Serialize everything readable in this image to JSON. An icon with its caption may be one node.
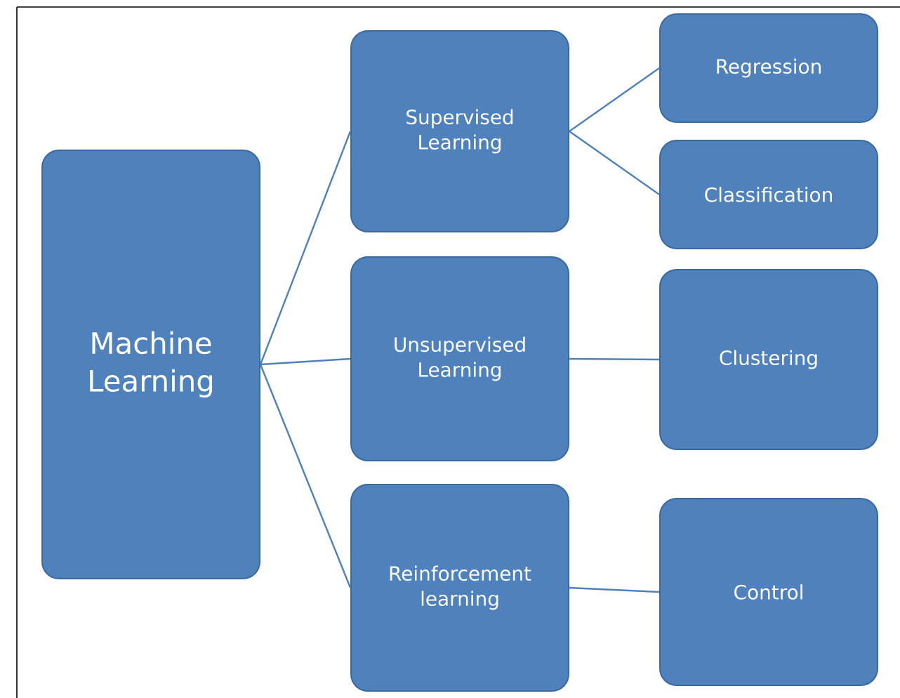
{
  "diagram": {
    "nodes": [
      {
        "text": [
          "Machine Learning"
        ]
      },
      {
        "text": [
          "Supervised Learning"
        ]
      },
      {
        "text": [
          "Unsupervised Learning"
        ]
      },
      {
        "text": [
          "Reinforcement learning"
        ]
      },
      {
        "text": [
          "Regression"
        ]
      },
      {
        "text": [
          "Classification"
        ]
      },
      {
        "text": [
          "Clustering"
        ]
      },
      {
        "text": [
          "Control"
        ]
      }
    ],
    "edges": [
      {
        "from": 0,
        "to": 1,
        "arrow": "none"
      },
      {
        "from": 0,
        "to": 2,
        "arrow": "none"
      },
      {
        "from": 0,
        "to": 3,
        "arrow": "none"
      },
      {
        "from": 1,
        "to": 4,
        "arrow": "none"
      },
      {
        "from": 1,
        "to": 5,
        "arrow": "none"
      },
      {
        "from": 2,
        "to": 6,
        "arrow": "none"
      },
      {
        "from": 3,
        "to": 7,
        "arrow": "none"
      }
    ]
  }
}
